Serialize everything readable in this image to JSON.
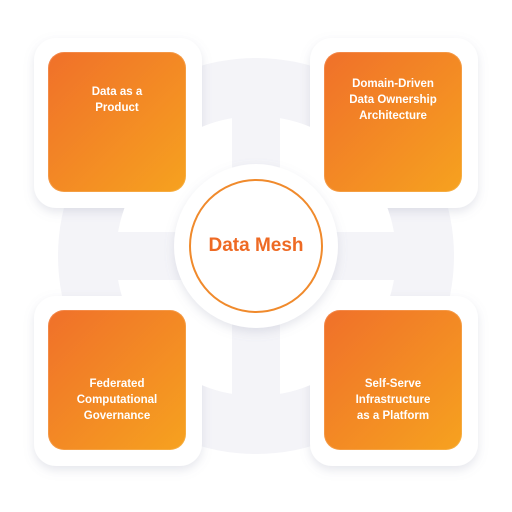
{
  "center": {
    "title": "Data Mesh"
  },
  "boxes": {
    "top_left": "Data as a\nProduct",
    "top_right": "Domain-Driven\nData Ownership\nArchitecture",
    "bottom_left": "Federated\nComputational\nGovernance",
    "bottom_right": "Self-Serve\nInfrastructure\nas a Platform"
  },
  "colors": {
    "orange_dark": "#f0702a",
    "orange_light": "#f6a21f",
    "accent": "#ee6a24",
    "panel": "#ffffff",
    "backdrop": "#f4f4f8"
  }
}
